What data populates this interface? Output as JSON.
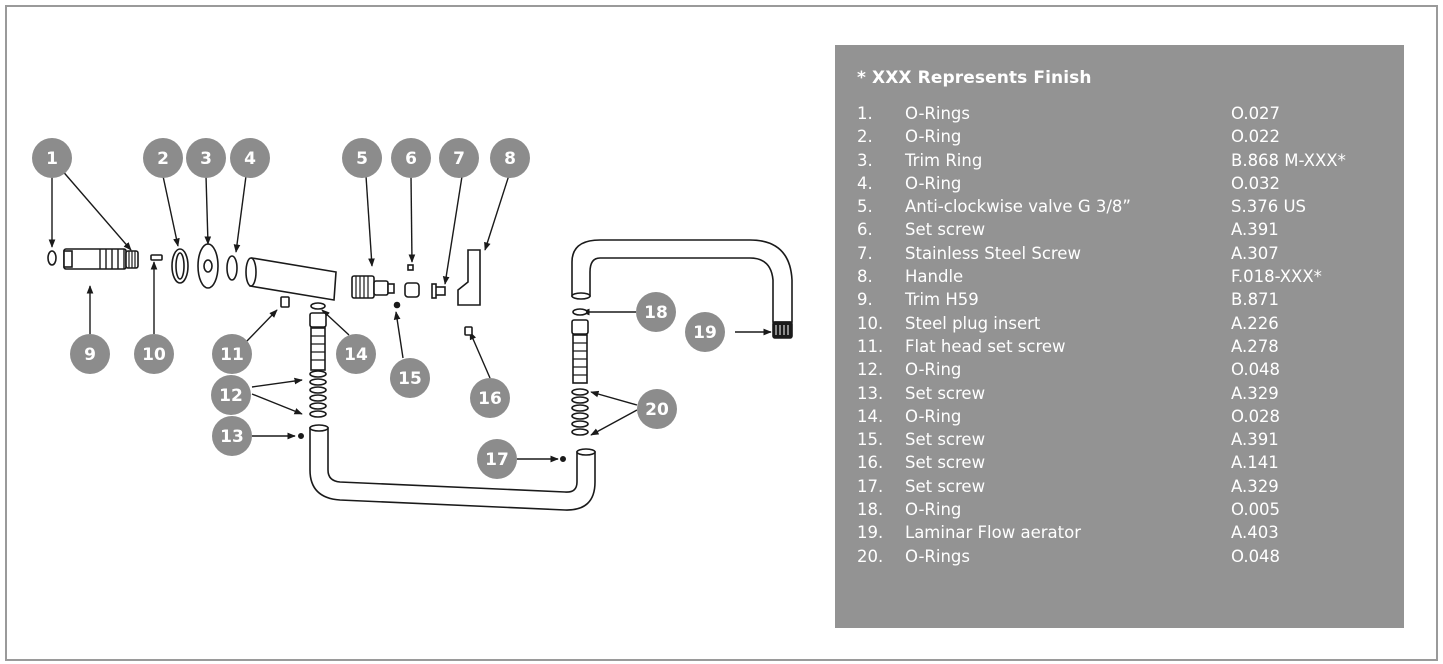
{
  "diagram": {
    "callouts": [
      "1",
      "2",
      "3",
      "4",
      "5",
      "6",
      "7",
      "8",
      "9",
      "10",
      "11",
      "12",
      "13",
      "14",
      "15",
      "16",
      "17",
      "18",
      "19",
      "20"
    ]
  },
  "legend": {
    "title": "* XXX Represents Finish",
    "items": [
      {
        "num": "1.",
        "name": "O-Rings",
        "code": "O.027"
      },
      {
        "num": "2.",
        "name": "O-Ring",
        "code": "O.022"
      },
      {
        "num": "3.",
        "name": "Trim Ring",
        "code": "B.868 M-XXX*"
      },
      {
        "num": "4.",
        "name": "O-Ring",
        "code": "O.032"
      },
      {
        "num": "5.",
        "name": "Anti-clockwise valve G 3/8”",
        "code": "S.376 US"
      },
      {
        "num": "6.",
        "name": "Set screw",
        "code": "A.391"
      },
      {
        "num": "7.",
        "name": "Stainless Steel Screw",
        "code": "A.307"
      },
      {
        "num": "8.",
        "name": "Handle",
        "code": "F.018-XXX*"
      },
      {
        "num": "9.",
        "name": "Trim H59",
        "code": "B.871"
      },
      {
        "num": "10.",
        "name": "Steel plug insert",
        "code": "A.226"
      },
      {
        "num": "11.",
        "name": "Flat head set screw",
        "code": "A.278"
      },
      {
        "num": "12.",
        "name": "O-Ring",
        "code": "O.048"
      },
      {
        "num": "13.",
        "name": "Set screw",
        "code": "A.329"
      },
      {
        "num": "14.",
        "name": "O-Ring",
        "code": "O.028"
      },
      {
        "num": "15.",
        "name": "Set screw",
        "code": "A.391"
      },
      {
        "num": "16.",
        "name": "Set screw",
        "code": "A.141"
      },
      {
        "num": "17.",
        "name": "Set screw",
        "code": "A.329"
      },
      {
        "num": "18.",
        "name": "O-Ring",
        "code": "O.005"
      },
      {
        "num": "19.",
        "name": "Laminar Flow aerator",
        "code": "A.403"
      },
      {
        "num": "20.",
        "name": "O-Rings",
        "code": "O.048"
      }
    ]
  },
  "colors": {
    "callout": "#8c8c8c",
    "legend_bg": "#939393",
    "line": "#1a1a1a",
    "frame": "#9a9a9a"
  }
}
